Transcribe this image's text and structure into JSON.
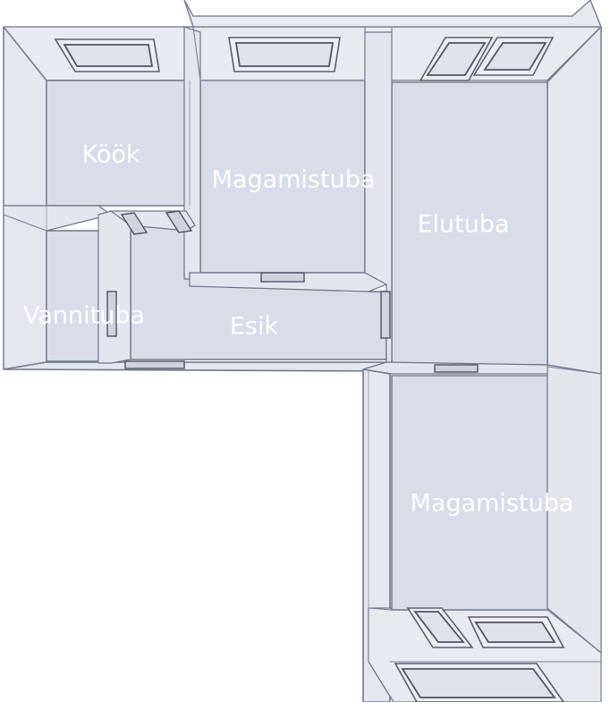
{
  "rooms": {
    "kitchen": "Köök",
    "bedroom_north": "Magamistuba",
    "living_room": "Elutuba",
    "bathroom": "Vannituba",
    "hallway": "Esik",
    "bedroom_south": "Magamistuba"
  },
  "colors": {
    "floor": "#d9dde9",
    "wall": "#e4e7ef",
    "outline": "#6f7686",
    "label": "#ffffff"
  }
}
